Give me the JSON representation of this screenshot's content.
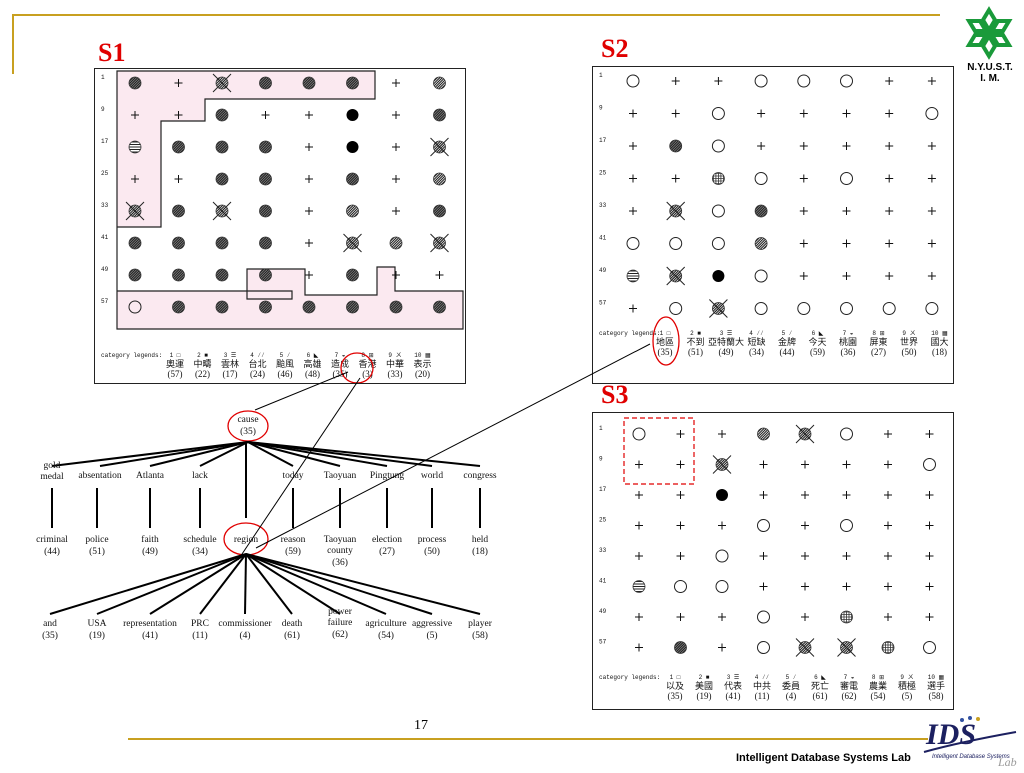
{
  "slide": {
    "page_number": "17",
    "logo_text_1": "N.Y.U.S.T.",
    "logo_text_2": "I. M.",
    "lab_name": "Intelligent Database Systems Lab",
    "lab_logo_text": "IDS",
    "lab_logo_sub": "Intelligent Database Systems",
    "lab_logo_tail": "Lab"
  },
  "colors": {
    "accent_line": "#c8a020",
    "label_red": "#e00000",
    "highlight_fill": "#fbe9f0",
    "logo_green": "#1a9a3a"
  },
  "legend_glyphs": [
    "□",
    "■",
    "☰",
    "⁄⁄",
    "⁄",
    "◣",
    "◒",
    "⊞",
    "ㄨ",
    "▦"
  ],
  "panels": [
    {
      "id": "S1",
      "label": "S1",
      "row_labels": [
        "1",
        "9",
        "17",
        "25",
        "33",
        "41",
        "49",
        "57"
      ],
      "legend_title": "category legends:",
      "legend_nums": [
        "1",
        "2",
        "3",
        "4",
        "5",
        "6",
        "7",
        "8",
        "9",
        "10"
      ],
      "legend_names": [
        "奧運",
        "中疇",
        "雲林",
        "台北",
        "颱風",
        "高雄",
        "造成",
        "香港",
        "中華",
        "表示"
      ],
      "legend_counts": [
        "(57)",
        "(22)",
        "(17)",
        "(24)",
        "(46)",
        "(48)",
        "(35)",
        "(3)",
        "(33)",
        "(20)"
      ],
      "grid": [
        [
          "h",
          "+",
          "x",
          "h",
          "h",
          "h",
          "+",
          "d"
        ],
        [
          "+",
          "+",
          "h",
          "+",
          "+",
          "f",
          "+",
          "h"
        ],
        [
          "s",
          "h",
          "h",
          "h",
          "+",
          "f",
          "+",
          "x"
        ],
        [
          "+",
          "+",
          "h",
          "h",
          "+",
          "h",
          "+",
          "d"
        ],
        [
          "x",
          "h",
          "x",
          "h",
          "+",
          "d",
          "+",
          "h"
        ],
        [
          "h",
          "h",
          "h",
          "h",
          "+",
          "x",
          "d",
          "x"
        ],
        [
          "h",
          "h",
          "h",
          "h",
          "+",
          "h",
          "+",
          "+"
        ],
        [
          "o",
          "h",
          "h",
          "h",
          "h",
          "h",
          "h",
          "h"
        ]
      ]
    },
    {
      "id": "S2",
      "label": "S2",
      "row_labels": [
        "1",
        "9",
        "17",
        "25",
        "33",
        "41",
        "49",
        "57"
      ],
      "legend_title": "category legends:",
      "legend_nums": [
        "1",
        "2",
        "3",
        "4",
        "5",
        "6",
        "7",
        "8",
        "9",
        "10"
      ],
      "legend_names": [
        "地區",
        "不到",
        "亞特蘭大",
        "短缺",
        "金牌",
        "今天",
        "桃園",
        "屏東",
        "世界",
        "國大"
      ],
      "legend_counts": [
        "(35)",
        "(51)",
        "(49)",
        "(34)",
        "(44)",
        "(59)",
        "(36)",
        "(27)",
        "(50)",
        "(18)"
      ],
      "grid": [
        [
          "o",
          "+",
          "+",
          "o",
          "o",
          "o",
          "+",
          "+"
        ],
        [
          "+",
          "+",
          "o",
          "+",
          "+",
          "+",
          "+",
          "o"
        ],
        [
          "+",
          "h",
          "o",
          "+",
          "+",
          "+",
          "+",
          "+"
        ],
        [
          "+",
          "+",
          "g",
          "o",
          "+",
          "o",
          "+",
          "+"
        ],
        [
          "+",
          "x",
          "o",
          "h",
          "+",
          "+",
          "+",
          "+"
        ],
        [
          "o",
          "o",
          "o",
          "d",
          "+",
          "+",
          "+",
          "+"
        ],
        [
          "s",
          "x",
          "f",
          "o",
          "+",
          "+",
          "+",
          "+"
        ],
        [
          "+",
          "o",
          "x",
          "o",
          "o",
          "o",
          "o",
          "o"
        ]
      ]
    },
    {
      "id": "S3",
      "label": "S3",
      "row_labels": [
        "1",
        "9",
        "17",
        "25",
        "33",
        "41",
        "49",
        "57"
      ],
      "legend_title": "category legends:",
      "legend_nums": [
        "1",
        "2",
        "3",
        "4",
        "5",
        "6",
        "7",
        "8",
        "9",
        "10"
      ],
      "legend_names": [
        "以及",
        "美國",
        "代表",
        "中共",
        "委員",
        "死亡",
        "審電",
        "農業",
        "積極",
        "選手"
      ],
      "legend_counts": [
        "(35)",
        "(19)",
        "(41)",
        "(11)",
        "(4)",
        "(61)",
        "(62)",
        "(54)",
        "(5)",
        "(58)"
      ],
      "grid": [
        [
          "o",
          "+",
          "+",
          "d",
          "x",
          "o",
          "+",
          "+"
        ],
        [
          "+",
          "+",
          "x",
          "+",
          "+",
          "+",
          "+",
          "o"
        ],
        [
          "+",
          "+",
          "f",
          "+",
          "+",
          "+",
          "+",
          "+"
        ],
        [
          "+",
          "+",
          "+",
          "o",
          "+",
          "o",
          "+",
          "+"
        ],
        [
          "+",
          "+",
          "o",
          "+",
          "+",
          "+",
          "+",
          "+"
        ],
        [
          "s",
          "o",
          "o",
          "+",
          "+",
          "+",
          "+",
          "+"
        ],
        [
          "+",
          "+",
          "+",
          "o",
          "+",
          "g",
          "+",
          "+"
        ],
        [
          "+",
          "h",
          "+",
          "o",
          "x",
          "x",
          "g",
          "o"
        ]
      ]
    }
  ],
  "tree": {
    "root": {
      "word": "cause",
      "count": "(35)"
    },
    "level1": [
      {
        "word": "gold medal",
        "count": ""
      },
      {
        "word": "absentation",
        "count": ""
      },
      {
        "word": "Atlanta",
        "count": ""
      },
      {
        "word": "lack",
        "count": ""
      },
      {
        "word": "today",
        "count": ""
      },
      {
        "word": "Taoyuan",
        "count": ""
      },
      {
        "word": "Pingtung",
        "count": ""
      },
      {
        "word": "world",
        "count": ""
      },
      {
        "word": "congress",
        "count": ""
      }
    ],
    "level2": [
      {
        "word": "criminal",
        "count": "(44)"
      },
      {
        "word": "police",
        "count": "(51)"
      },
      {
        "word": "faith",
        "count": "(49)"
      },
      {
        "word": "schedule",
        "count": "(34)"
      },
      {
        "word": "region",
        "count": ""
      },
      {
        "word": "reason",
        "count": "(59)"
      },
      {
        "word": "Taoyuan county",
        "count": "(36)"
      },
      {
        "word": "election",
        "count": "(27)"
      },
      {
        "word": "process",
        "count": "(50)"
      },
      {
        "word": "held",
        "count": "(18)"
      }
    ],
    "level3": [
      {
        "word": "and",
        "count": "(35)"
      },
      {
        "word": "USA",
        "count": "(19)"
      },
      {
        "word": "representation",
        "count": "(41)"
      },
      {
        "word": "PRC",
        "count": "(11)"
      },
      {
        "word": "commissioner",
        "count": "(4)"
      },
      {
        "word": "death",
        "count": "(61)"
      },
      {
        "word": "power failure",
        "count": "(62)"
      },
      {
        "word": "agriculture",
        "count": "(54)"
      },
      {
        "word": "aggressive",
        "count": "(5)"
      },
      {
        "word": "player",
        "count": "(58)"
      }
    ]
  }
}
